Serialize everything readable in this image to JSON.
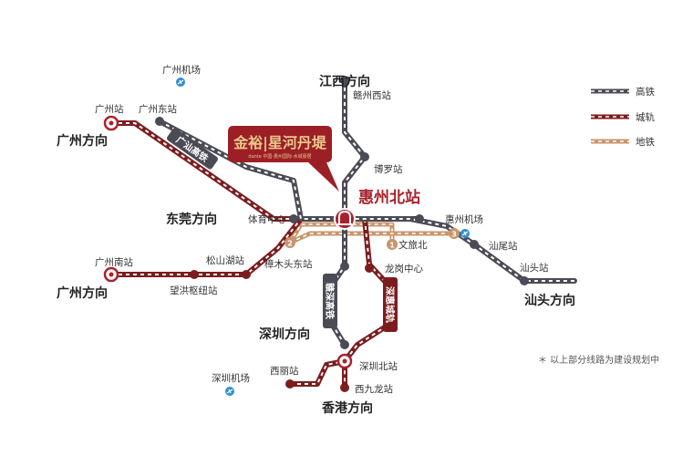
{
  "colors": {
    "highspeed": "#4a4b55",
    "intercity": "#7b1d1f",
    "metro": "#c8956c",
    "hub": "#a8222c",
    "airport": "#2f8fd3",
    "brand_bg": "#9c1f26",
    "brand_text": "#e8c88a"
  },
  "brand": {
    "main": "金裕|星河丹堤",
    "sub": "dante  中国·惠州国际·水城豪居"
  },
  "hub_label": "惠州北站",
  "legend": {
    "highspeed": "高铁",
    "intercity": "城轨",
    "metro": "地铁"
  },
  "note": "＊ 以上部分线路为建设规划中",
  "directions": {
    "jiangxi": "江西方向",
    "guangzhou_top": "广州方向",
    "dongguan": "东莞方向",
    "guangzhou_bottom": "广州方向",
    "shenzhen": "深圳方向",
    "hongkong": "香港方向",
    "shantou": "汕头方向"
  },
  "stations": {
    "guangzhou_airport": "广州机场",
    "guangzhou": "广州站",
    "guangzhou_east": "广州东站",
    "ganzhou_west": "赣州西站",
    "boluo": "博罗站",
    "sports_center": "体育中心",
    "huizhou_airport": "惠州机场",
    "wenlu_north": "文旅北",
    "shanwei": "汕尾站",
    "shantou": "汕头站",
    "guangzhou_south": "广州南站",
    "songshan_lake": "松山湖站",
    "wanghong": "望洪枢纽站",
    "zhangmutou_east": "樟木头东站",
    "longgang_center": "龙岗中心",
    "shenzhen_airport": "深圳机场",
    "xili": "西丽站",
    "shenzhen_north": "深圳北站",
    "west_kowloon": "西九龙站"
  },
  "route_labels": {
    "guangshan": "广汕高铁",
    "ganshen": "赣深高铁",
    "shenhui": "深惠城轨"
  },
  "metro_badges": {
    "b1": "1",
    "b2": "2",
    "b3": "3"
  }
}
